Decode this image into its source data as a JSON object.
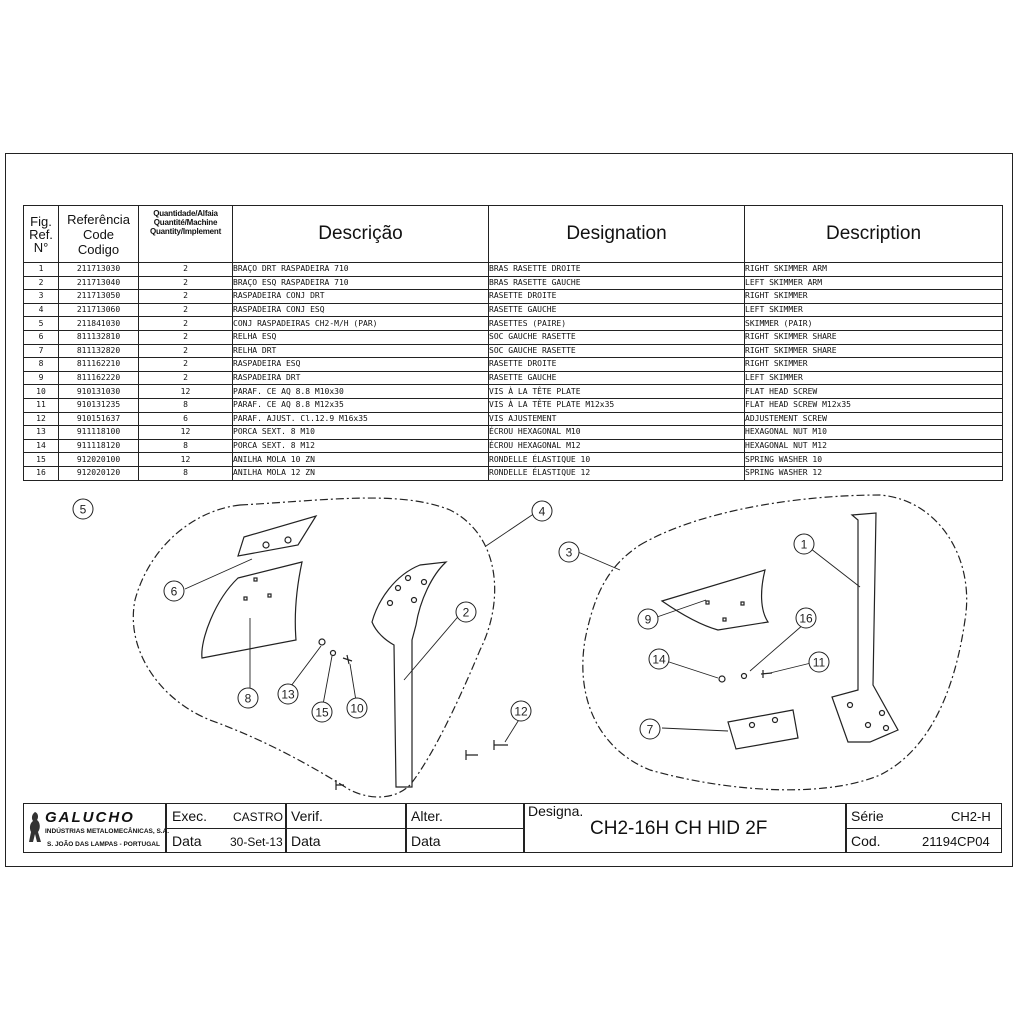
{
  "table": {
    "headers": {
      "fig": [
        "Fig.",
        "Ref.",
        "N°"
      ],
      "ref": [
        "Referência",
        "Code",
        "Codigo"
      ],
      "qty": [
        "Quantidade/Alfaia",
        "Quantité/Machine",
        "Quantity/Implement"
      ],
      "pt": "Descrição",
      "fr": "Designation",
      "en": "Description"
    },
    "rows": [
      {
        "n": "1",
        "code": "211713030",
        "qty": "2",
        "pt": "BRAÇO DRT RASPADEIRA 710",
        "fr": "BRAS RASETTE DROITE",
        "en": "RIGHT SKIMMER ARM"
      },
      {
        "n": "2",
        "code": "211713040",
        "qty": "2",
        "pt": "BRAÇO ESQ RASPADEIRA 710",
        "fr": "BRAS RASETTE GAUCHE",
        "en": "LEFT SKIMMER ARM"
      },
      {
        "n": "3",
        "code": "211713050",
        "qty": "2",
        "pt": "RASPADEIRA CONJ DRT",
        "fr": "RASETTE DROITE",
        "en": "RIGHT SKIMMER"
      },
      {
        "n": "4",
        "code": "211713060",
        "qty": "2",
        "pt": "RASPADEIRA CONJ ESQ",
        "fr": "RASETTE GAUCHE",
        "en": "LEFT SKIMMER"
      },
      {
        "n": "5",
        "code": "211841030",
        "qty": "2",
        "pt": "CONJ RASPADEIRAS CH2-M/H (PAR)",
        "fr": "RASETTES (PAIRE)",
        "en": "SKIMMER (PAIR)"
      },
      {
        "n": "6",
        "code": "811132810",
        "qty": "2",
        "pt": "RELHA ESQ",
        "fr": "SOC GAUCHE RASETTE",
        "en": "RIGHT SKIMMER SHARE"
      },
      {
        "n": "7",
        "code": "811132820",
        "qty": "2",
        "pt": "RELHA DRT",
        "fr": "SOC GAUCHE RASETTE",
        "en": "RIGHT SKIMMER SHARE"
      },
      {
        "n": "8",
        "code": "811162210",
        "qty": "2",
        "pt": "RASPADEIRA ESQ",
        "fr": "RASETTE DROITE",
        "en": "RIGHT SKIMMER"
      },
      {
        "n": "9",
        "code": "811162220",
        "qty": "2",
        "pt": "RASPADEIRA DRT",
        "fr": "RASETTE GAUCHE",
        "en": "LEFT SKIMMER"
      },
      {
        "n": "10",
        "code": "910131030",
        "qty": "12",
        "pt": "PARAF. CE AQ 8.8 M10x30",
        "fr": "VIS À LA TÊTE PLATE",
        "en": "FLAT HEAD SCREW"
      },
      {
        "n": "11",
        "code": "910131235",
        "qty": "8",
        "pt": "PARAF. CE AQ 8.8 M12x35",
        "fr": "VIS À LA TÊTE PLATE M12x35",
        "en": "FLAT HEAD SCREW M12x35"
      },
      {
        "n": "12",
        "code": "910151637",
        "qty": "6",
        "pt": "PARAF. AJUST. Cl.12.9 M16x35",
        "fr": "VIS AJUSTEMENT",
        "en": "ADJUSTEMENT SCREW"
      },
      {
        "n": "13",
        "code": "911118100",
        "qty": "12",
        "pt": "PORCA SEXT. 8 M10",
        "fr": "ÉCROU HEXAGONAL M10",
        "en": "HEXAGONAL NUT M10"
      },
      {
        "n": "14",
        "code": "911118120",
        "qty": "8",
        "pt": "PORCA SEXT. 8 M12",
        "fr": "ÉCROU HEXAGONAL M12",
        "en": "HEXAGONAL NUT M12"
      },
      {
        "n": "15",
        "code": "912020100",
        "qty": "12",
        "pt": "ANILHA MOLA 10 ZN",
        "fr": "RONDELLE ÉLASTIQUE 10",
        "en": "SPRING WASHER 10"
      },
      {
        "n": "16",
        "code": "912020120",
        "qty": "8",
        "pt": "ANILHA MOLA 12 ZN",
        "fr": "RONDELLE ÉLASTIQUE 12",
        "en": "SPRING WASHER 12"
      }
    ]
  },
  "callouts": [
    "5",
    "4",
    "6",
    "2",
    "8",
    "13",
    "15",
    "10",
    "12",
    "3",
    "1",
    "9",
    "16",
    "14",
    "11",
    "7"
  ],
  "title_block": {
    "company": "GALUCHO",
    "company_sub1": "INDÚSTRIAS METALOMECÂNICAS, S.A.",
    "company_sub2": "S. JOÃO DAS LAMPAS - PORTUGAL",
    "exec_label": "Exec.",
    "exec_value": "CASTRO",
    "data_label": "Data",
    "data_value": "30-Set-13",
    "verif_label": "Verif.",
    "verif_data_label": "Data",
    "alter_label": "Alter.",
    "alter_data_label": "Data",
    "designa_label": "Designa.",
    "designa_value": "CH2-16H CH HID 2F",
    "serie_label": "Série",
    "serie_value": "CH2-H",
    "cod_label": "Cod.",
    "cod_value": "21194CP04"
  }
}
